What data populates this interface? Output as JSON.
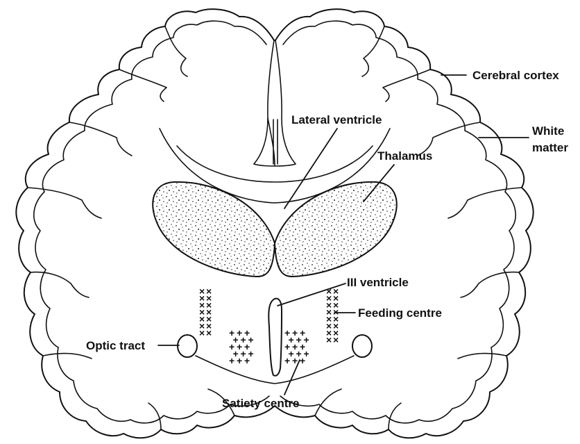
{
  "labels": {
    "cerebral_cortex": "Cerebral cortex",
    "white_matter_line1": "White",
    "white_matter_line2": "matter",
    "lateral_ventricle": "Lateral ventricle",
    "thalamus": "Thalamus",
    "third_ventricle": "III ventricle",
    "feeding_centre": "Feeding centre",
    "optic_tract": "Optic tract",
    "satiety_centre": "Satiety centre"
  },
  "markers": {
    "feeding": "×",
    "satiety": "+"
  },
  "colors": {
    "ink": "#111111",
    "background": "#ffffff",
    "stipple": "#222222"
  }
}
